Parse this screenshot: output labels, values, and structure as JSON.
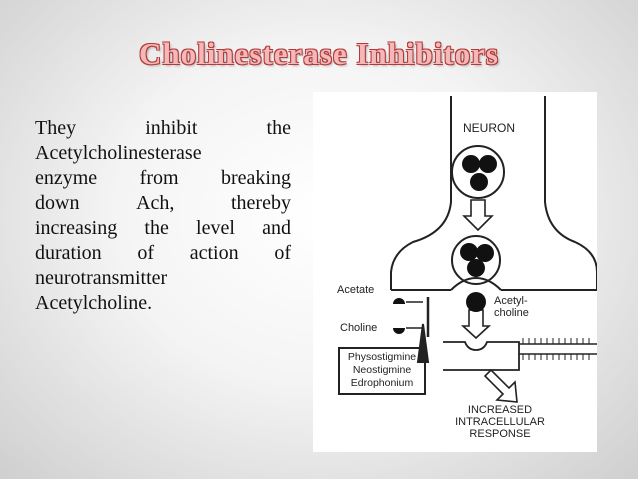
{
  "slide": {
    "title": "Cholinesterase Inhibitors",
    "body_lines": [
      [
        "They",
        "inhibit",
        "the"
      ],
      [
        "Acetylcholinesterase"
      ],
      [
        "enzyme",
        "from",
        "breaking"
      ],
      [
        "down",
        "Ach,",
        "thereby"
      ],
      [
        "increasing",
        "the",
        "level",
        "and"
      ],
      [
        "duration",
        "of",
        "action",
        "of"
      ],
      [
        "neurotransmitter"
      ],
      [
        "Acetylcholine."
      ]
    ]
  },
  "diagram": {
    "neuron": "NEURON",
    "acetate": "Acetate",
    "acetylcholine": [
      "Acetyl-",
      "choline"
    ],
    "choline": "Choline",
    "drugs": [
      "Physostigmine",
      "Neostigmine",
      "Edrophonium"
    ],
    "response": [
      "INCREASED",
      "INTRACELLULAR",
      "RESPONSE"
    ]
  }
}
